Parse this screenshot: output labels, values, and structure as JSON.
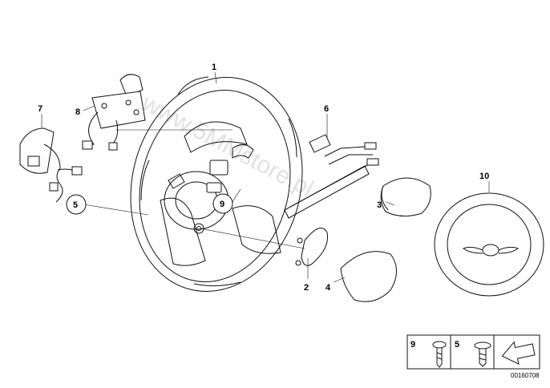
{
  "watermark": "www.5MMstore.pl",
  "callouts": {
    "c1": "1",
    "c2": "2",
    "c3": "3",
    "c4": "4",
    "c5": "5",
    "c6": "6",
    "c7": "7",
    "c8": "8",
    "c9": "9",
    "c10": "10"
  },
  "legend": {
    "screw_a_label": "9",
    "screw_b_label": "5"
  },
  "doc_number": "00160708",
  "logo": {
    "name": "mini-wings-emblem"
  }
}
